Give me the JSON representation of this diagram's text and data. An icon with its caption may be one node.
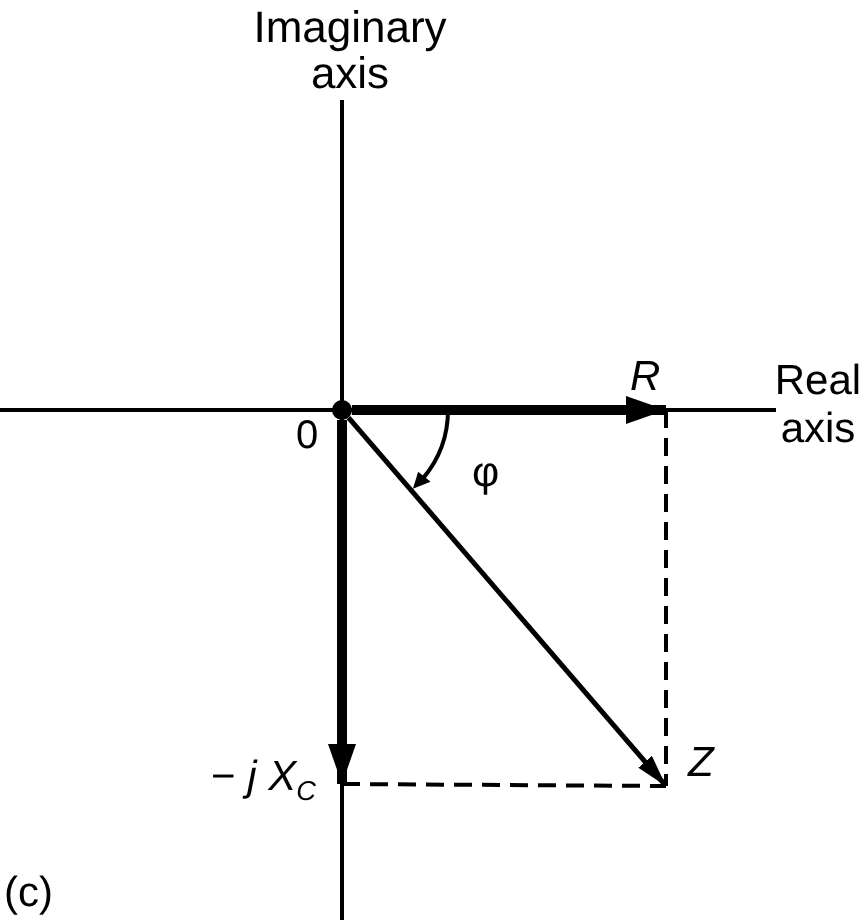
{
  "diagram": {
    "nodes": [
      {
        "text": [
          "R"
        ]
      },
      {
        "text": [],
        "shape": "circle",
        "beside": [
          "0"
        ]
      },
      {
        "text": [
          "Z"
        ]
      },
      {
        "text": [
          "− *j X*$_{C}$"
        ]
      }
    ],
    "edges": [
      {
        "from": 1,
        "to": 0,
        "arrow": "to",
        "style": "thick"
      },
      {
        "from": 1,
        "to": 2,
        "arrow": "to"
      },
      {
        "from": 1,
        "to": 3,
        "arrow": "to",
        "style": "thick"
      },
      {
        "from": 0,
        "to": 2,
        "arrow": "none",
        "style": "dashed"
      },
      {
        "from": 3,
        "to": 2,
        "arrow": "none",
        "style": "dashed"
      }
    ],
    "labels": [
      "Imaginary axis",
      "Real axis",
      "φ",
      "(c)"
    ]
  }
}
